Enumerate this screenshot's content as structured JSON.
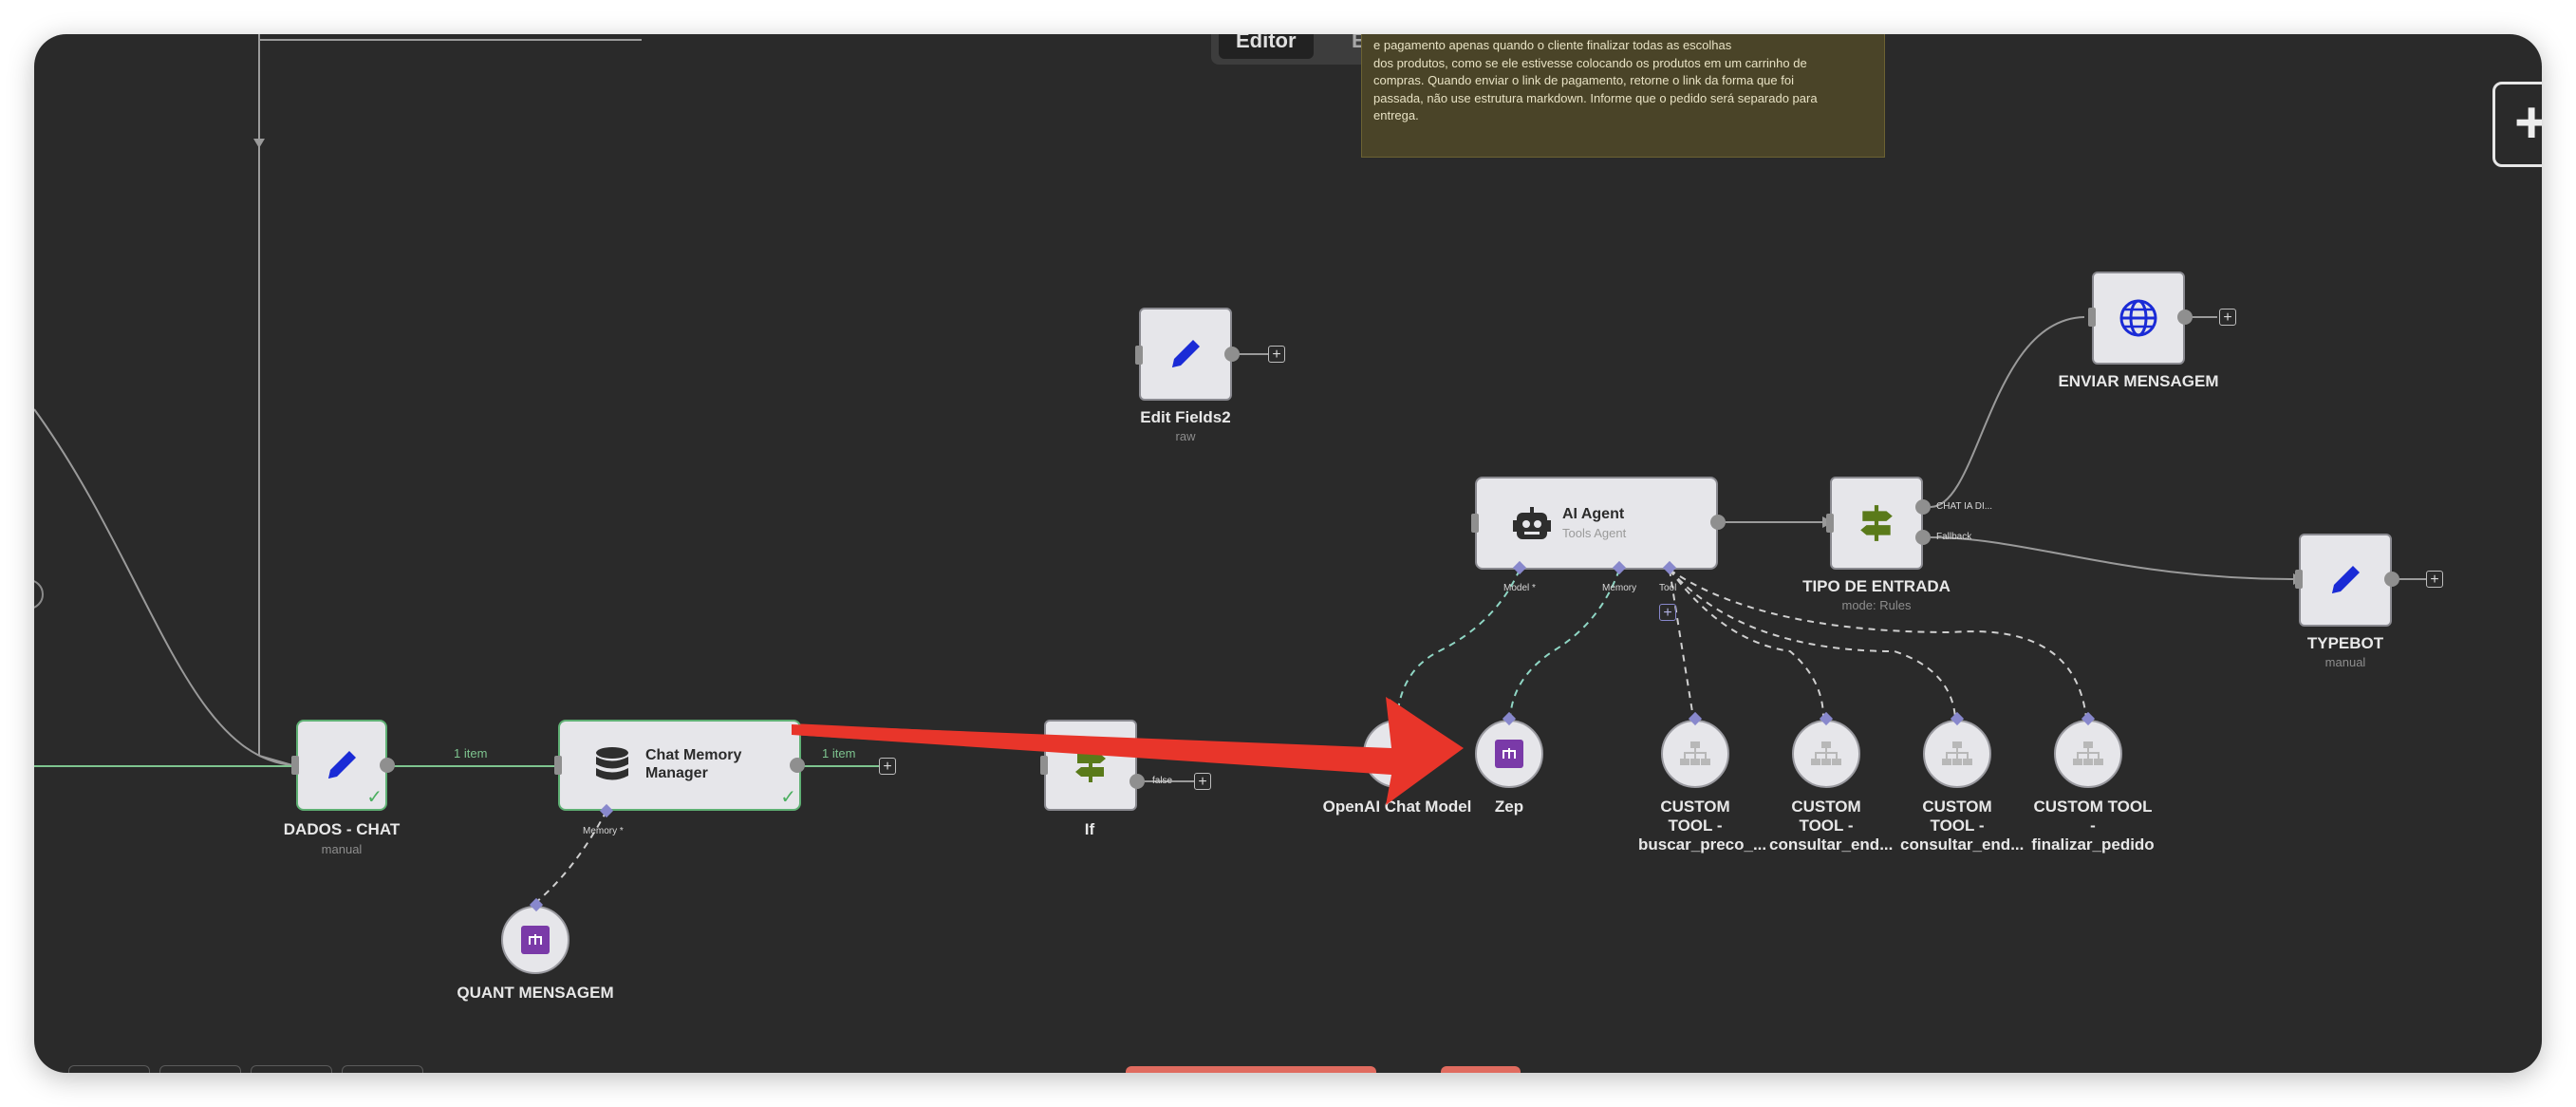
{
  "view_tabs": [
    {
      "label": "Editor",
      "active": true
    },
    {
      "label": "Executions",
      "active": false
    }
  ],
  "sticky_note": {
    "lines": [
      "e pagamento apenas quando o cliente finalizar todas as escolhas",
      "dos produtos, como se ele estivesse colocando os produtos em um carrinho de",
      "compras. Quando enviar o link de pagamento, retorne o link da forma que foi",
      "passada, não use estrutura markdown. Informe que o pedido será separado para",
      "entrega."
    ]
  },
  "add_node_button": {
    "label": "+"
  },
  "nodes": {
    "dados_chat": {
      "name": "DADOS - CHAT",
      "subtitle": "manual",
      "icon": "pencil-icon"
    },
    "chat_memory_manager": {
      "name": "Chat Memory Manager",
      "icon": "database-icon"
    },
    "quant_mensagem": {
      "name": "QUANT MENSAGEM",
      "icon": "zep-icon"
    },
    "if_node": {
      "name": "If",
      "icon": "signpost-icon"
    },
    "edit_fields2": {
      "name": "Edit Fields2",
      "subtitle": "raw",
      "icon": "pencil-icon"
    },
    "ai_agent": {
      "name": "AI Agent",
      "subtitle": "Tools Agent",
      "icon": "robot-icon"
    },
    "tipo_de_entrada": {
      "name": "TIPO DE ENTRADA",
      "subtitle": "mode: Rules",
      "icon": "signpost-icon"
    },
    "enviar_mensagem": {
      "name": "ENVIAR MENSAGEM",
      "icon": "globe-icon"
    },
    "typebot": {
      "name": "TYPEBOT",
      "subtitle": "manual",
      "icon": "pencil-icon"
    },
    "openai_chat_model": {
      "name": "OpenAI Chat Model"
    },
    "zep": {
      "name": "Zep",
      "icon": "zep-icon"
    },
    "custom_tool_1": {
      "name": "CUSTOM TOOL - buscar_preco_...",
      "icon": "workflow-icon"
    },
    "custom_tool_2": {
      "name": "CUSTOM TOOL - consultar_end...",
      "icon": "workflow-icon"
    },
    "custom_tool_3": {
      "name": "CUSTOM TOOL - consultar_end...",
      "icon": "workflow-icon"
    },
    "custom_tool_4": {
      "name": "CUSTOM TOOL - finalizar_pedido",
      "icon": "workflow-icon"
    }
  },
  "connection_labels": {
    "dados_to_memory": "1 item",
    "memory_out": "1 item",
    "if_false": "false",
    "memory_port": "Memory *",
    "agent_model_port": "Model *",
    "agent_memory_port": "Memory",
    "agent_tool_port": "Tool",
    "tipo_output_1": "CHAT IA DI...",
    "tipo_output_2": "Fallback"
  },
  "colors": {
    "canvas": "#2a2a2a",
    "node_fill": "#e6e6ea",
    "success": "#5fb074",
    "arrow_annotation": "#e8352a",
    "pencil_blue": "#1a2bd6",
    "signpost_green": "#5a7a1a",
    "zep_purple": "#7a3aa8"
  }
}
